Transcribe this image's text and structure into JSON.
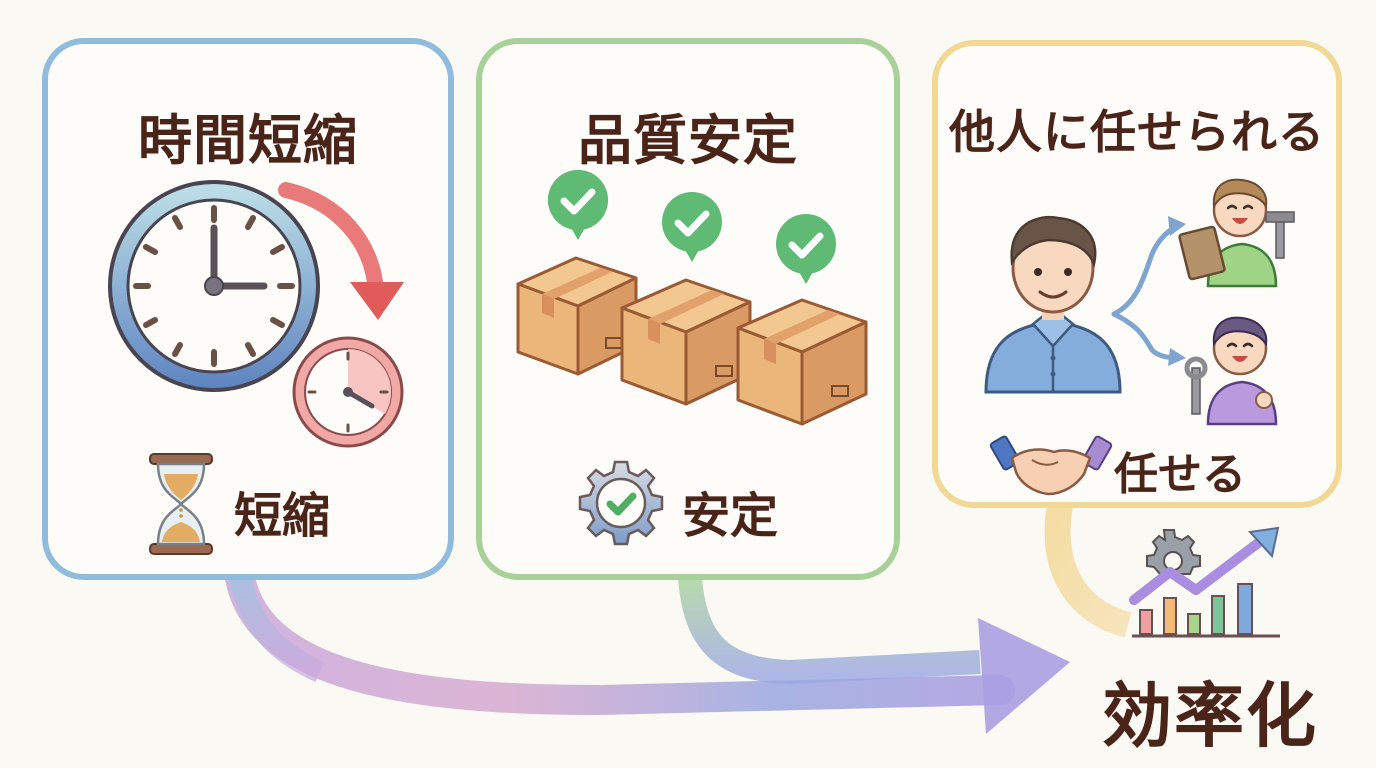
{
  "diagram": {
    "cards": [
      {
        "id": "time",
        "title": "時間短縮",
        "caption": "短縮",
        "border_color": "#8fbcdc",
        "illustration": [
          "clock-icon",
          "small-clock-icon",
          "curved-arrow-down-icon"
        ],
        "caption_icon": "hourglass-icon"
      },
      {
        "id": "quality",
        "title": "品質安定",
        "caption": "安定",
        "border_color": "#a8d19a",
        "illustration": [
          "box-icon",
          "box-icon",
          "box-icon",
          "check-badge-icon",
          "check-badge-icon",
          "check-badge-icon"
        ],
        "caption_icon": "gear-check-icon"
      },
      {
        "id": "delegate",
        "title": "他人に任せられる",
        "caption": "任せる",
        "border_color": "#f1d894",
        "illustration": [
          "person-icon",
          "worker-clipboard-icon",
          "worker-wrench-icon",
          "branch-arrows-icon"
        ],
        "caption_icon": "handshake-icon"
      }
    ],
    "result": {
      "label": "効率化",
      "icon": "growth-chart-gear-icon"
    },
    "connectors": [
      {
        "from": "time",
        "to": "result",
        "style": "watercolor-arrow"
      },
      {
        "from": "quality",
        "to": "result",
        "style": "watercolor-arrow"
      },
      {
        "from": "delegate",
        "to": "result",
        "style": "watercolor-curve"
      }
    ]
  }
}
